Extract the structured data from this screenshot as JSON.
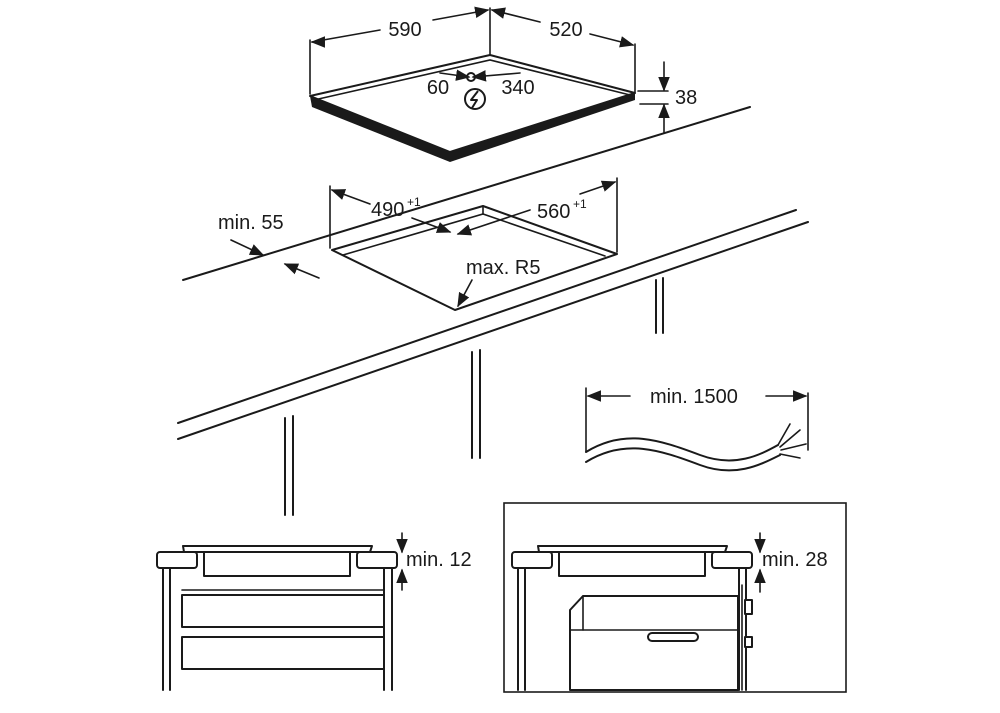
{
  "colors": {
    "line": "#1a1a1a",
    "background": "#ffffff"
  },
  "icons": {
    "power": "electrical-connection-icon"
  },
  "labels": {
    "hob_width": "590",
    "hob_depth": "520",
    "hob_height": "38",
    "conn_left": "60",
    "conn_right": "340",
    "cutout_width": "490",
    "cutout_width_tol": "+1",
    "cutout_depth": "560",
    "cutout_depth_tol": "+1",
    "edge_distance": "min. 55",
    "corner_radius": "max. R5",
    "cable_length": "min. 1500",
    "gap_drawers": "min. 12",
    "gap_oven": "min. 28"
  }
}
